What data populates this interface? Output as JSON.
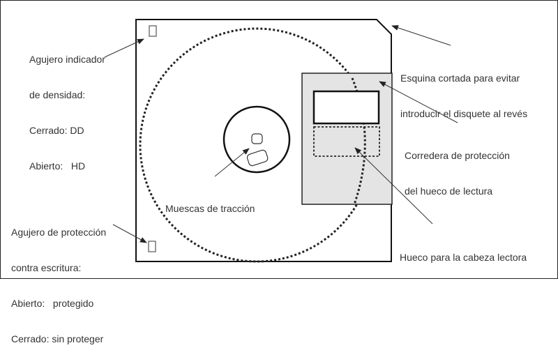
{
  "diagram": {
    "subject": "3.5-inch floppy disk (disquete)",
    "labels": {
      "density_hole": {
        "line1": "Agujero indicador",
        "line2": "de densidad:",
        "line3": "Cerrado: DD",
        "line4": "Abierto:   HD"
      },
      "cut_corner": {
        "line1": "Esquina cortada para evitar",
        "line2": "introducir el disquete al revés"
      },
      "shutter": {
        "line1": "Corredera de protección",
        "line2": "del hueco de lectura"
      },
      "drive_notches": {
        "line1": "Muescas de tracción"
      },
      "write_protect": {
        "line1": "Agujero de protección",
        "line2": "contra escritura:",
        "line3": "Abierto:   protegido",
        "line4": "Cerrado: sin proteger"
      },
      "head_window": {
        "line1": "Hueco para la cabeza lectora"
      }
    },
    "colors": {
      "outline": "#111111",
      "shutter_fill": "#e4e4e4",
      "text": "#333333",
      "arrow": "#333333"
    }
  }
}
